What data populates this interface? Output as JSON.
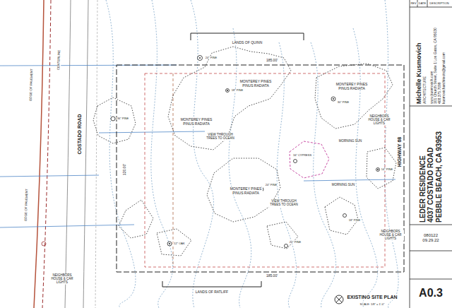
{
  "diagram": {
    "title": "EXISTING SITE PLAN",
    "nodes": [
      {
        "text": [
          "Michelle Kusmovich",
          "ARCHITECTURE",
          "www.kusmovich.com",
          "101 Church Street, Suite 1 Los Gatos, CA 95030",
          "408.375.7099",
          "kusmovicharchitects@gmail.com"
        ]
      },
      {
        "text": [
          "LEDER RESIDENCE",
          "4037 COSTADO ROAD",
          "PEBBLE BEACH, CA 93953"
        ]
      },
      {
        "text": [
          "080122",
          "09.29.22"
        ]
      },
      {
        "text": [
          "A0.3"
        ]
      }
    ],
    "labels": [
      "REV",
      "DATE",
      "DESCRIPTION",
      "LANDS OF QUINN",
      "LANDS OF RATLIFF",
      "COSTADO ROAD",
      "HIGHWAY 68",
      "MONTEREY PINES PINUS RADIATA",
      "MONTEREY PINES PINUS RADIATA",
      "MONTEREY PINES PINUS RADIATA",
      "MONTEREY PINES PINUS RADIATA",
      "VIEW THROUGH TREES TO OCEAN",
      "VIEW THROUGH TREES TO OCEAN",
      "MORNING SUN",
      "MORNING SUN",
      "NEIGHBORS HOUSE & CAR LIGHTS",
      "NEIGHBORS HOUSE & CAR LIGHTS",
      "NEIGHBORS HOUSE & CAR LIGHTS",
      "185.00'",
      "185.00'",
      "120.00'",
      "EDGE OF PAVEMENT",
      "CENTERLINE",
      "EDGE OF PAVEMENT",
      "SCALE: 1/8\" = 1'-0\"",
      "24\" PINE",
      "18\" PINE",
      "30\" PINE",
      "24\" PINE",
      "16\" CYPRESS",
      "12\" OAK",
      "20\" PINE",
      "14\" PINE",
      "18\" PINE",
      "36\" PINE"
    ]
  }
}
